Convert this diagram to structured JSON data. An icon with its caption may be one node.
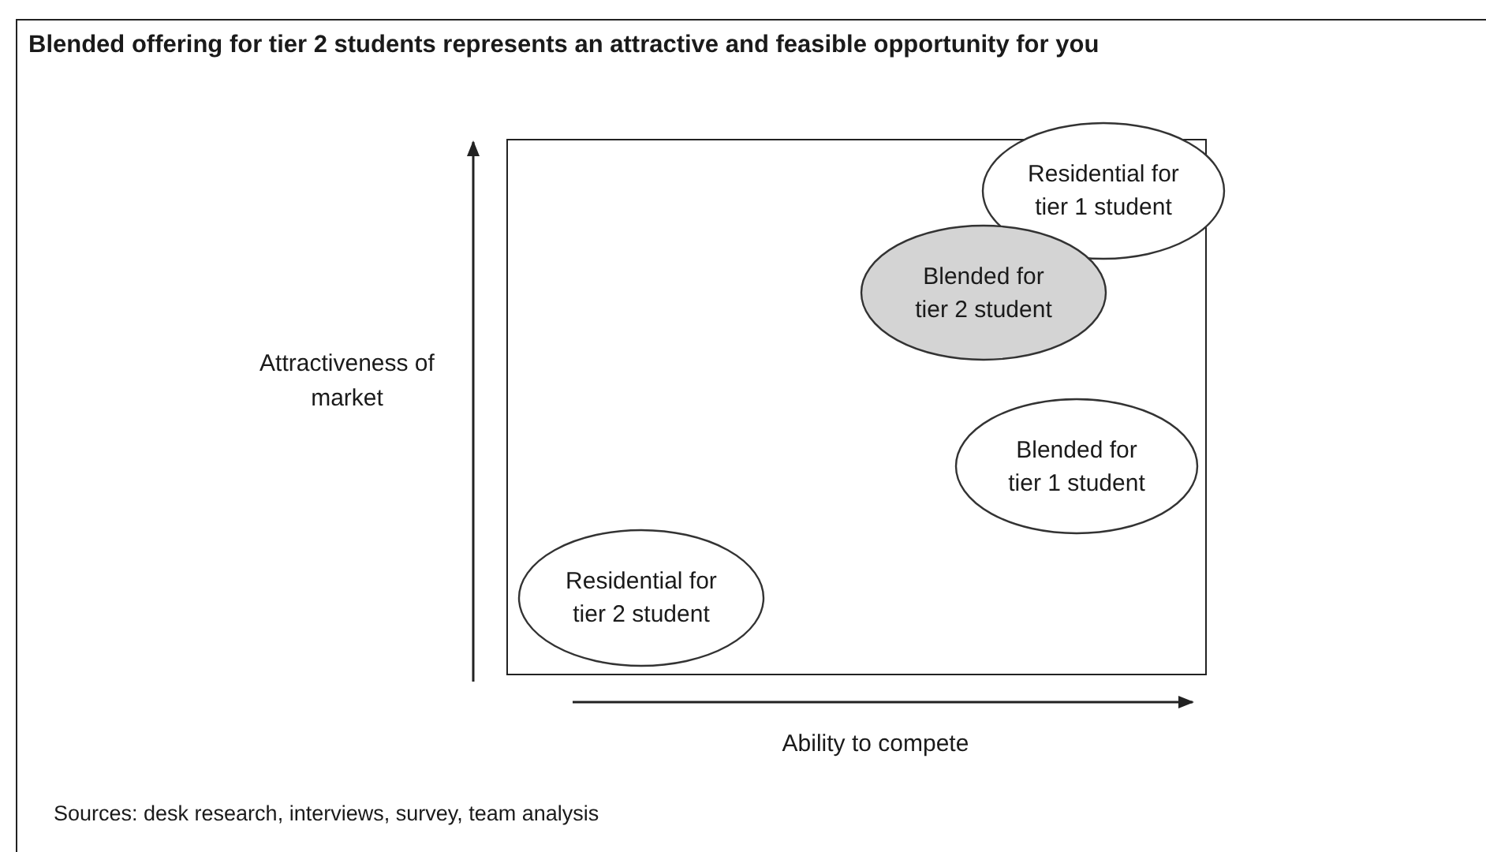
{
  "diagram": {
    "title": "Blended offering for tier 2 students represents an attractive and feasible opportunity for you",
    "caption": "Sources: desk research, interviews, survey, team analysis",
    "nodes": [
      {
        "text": [],
        "shape": "box"
      },
      {
        "text": [
          "Residential for tier 1 student"
        ],
        "in": 0
      },
      {
        "text": [
          "Blended for tier 2 student"
        ],
        "in": 0
      },
      {
        "text": [
          "Blended for tier 1 student"
        ],
        "in": 0
      },
      {
        "text": [
          "Residential for tier 2 student"
        ],
        "in": 0
      }
    ],
    "edges": [],
    "labels": [
      "Attractiveness of market",
      "Ability to compete"
    ]
  }
}
